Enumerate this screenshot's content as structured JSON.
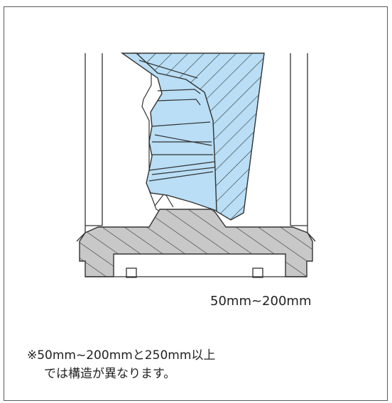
{
  "diagram": {
    "size_label": "50mm~200mm",
    "note_line1": "※50mm~200mmと250mm以上",
    "note_line2": "では構造が異なります。"
  },
  "colors": {
    "body_fill": "#c8c8c8",
    "part_fill": "#b9def5",
    "stroke": "#333333",
    "frame": "#5a5a5a"
  }
}
